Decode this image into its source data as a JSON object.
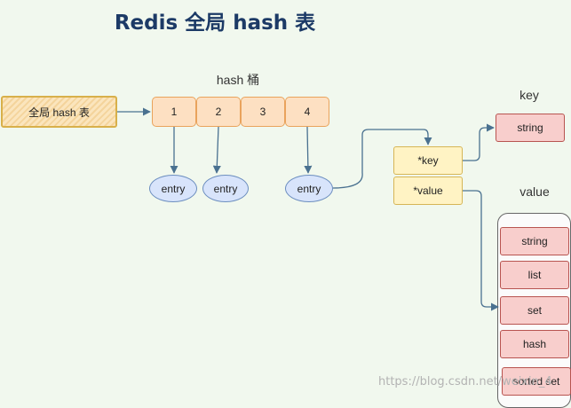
{
  "title": "Redis 全局 hash 表",
  "global_table": {
    "label": "全局 hash 表"
  },
  "bucket_label": "hash 桶",
  "buckets": [
    "1",
    "2",
    "3",
    "4"
  ],
  "entries": [
    "entry",
    "entry",
    "entry"
  ],
  "entry_fields": {
    "key": "*key",
    "value": "*value"
  },
  "key_section": {
    "label": "key",
    "type": "string"
  },
  "value_section": {
    "label": "value",
    "types": [
      "string",
      "list",
      "set",
      "hash",
      "sorted set"
    ]
  },
  "watermark": "https://blog.csdn.net/weixin_4",
  "colors": {
    "background": "#f1f8ee",
    "title": "#1c3a66",
    "arrow": "#4a7190",
    "bucket_fill": "#fde0c2",
    "entry_fill": "#d8e4fb",
    "field_fill": "#fff3c4",
    "type_fill": "#f8cecc"
  }
}
